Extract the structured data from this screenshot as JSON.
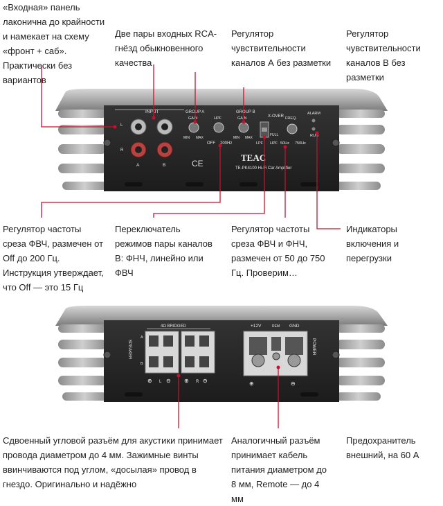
{
  "top_callouts": {
    "input_panel": "«Входная» панель лаконична до крайности и намекает на схему «фронт + саб». Практически без вариантов",
    "rca_pairs": "Две пары входных RCA-гнёзд обыкновенного качества",
    "gain_a": "Регулятор чувствительности каналов А без разметки",
    "gain_b": "Регулятор чувствительности каналов В без разметки",
    "hpf_a": "Регулятор частоты среза ФВЧ, размечен от Off до 200 Гц. Инструкция утверждает, что Off — это 15 Гц",
    "xover_switch": "Переключатель режимов пары каналов В: ФНЧ, линейно или ФВЧ",
    "freq_b": "Регулятор частоты среза ФВЧ и ФНЧ, размечен от 50 до 750 Гц. Проверим…",
    "leds": "Индикаторы включения и перегрузки"
  },
  "bottom_callouts": {
    "speaker_terminal": "Сдвоенный угловой разъём для акустики принимает провода диаметром до 4 мм. Зажимные винты ввинчиваются под углом, «досылая» провод в гнездо. Оригинально и надёжно",
    "power_terminal": "Аналогичный разъём принимает кабель питания диаметром до 8 мм, Remote — до 4 мм",
    "fuse": "Предохранитель внешний, на 60 А"
  },
  "front_panel": {
    "input": "INPUT",
    "l": "L",
    "r": "R",
    "a": "A",
    "b": "B",
    "group_a": "GROUP A",
    "group_b": "GROUP B",
    "gain": "GAIN",
    "hpf": "HPF",
    "min": "MIN",
    "max": "MAX",
    "off": "OFF",
    "hz200": "200Hz",
    "xover": "X-OVER",
    "full": "FULL",
    "lpf": "LPF",
    "hpf2": "HPF",
    "freq": "FREQ.",
    "hz50": "50Hz",
    "hz750": "750Hz",
    "alarm": "ALARM",
    "run": "RUN",
    "brand": "TEAC",
    "model": "TE-PK4100 Hi-Fi Car Amplifier",
    "ce": "CE"
  },
  "rear_panel": {
    "bridged": "4Ω BRIDGED",
    "speaker": "SPEAKER",
    "a": "A",
    "b": "B",
    "l": "L",
    "r": "R",
    "plus12": "+12V",
    "rem": "REM",
    "gnd": "GND",
    "power": "POWER"
  },
  "colors": {
    "accent": "#c8102e",
    "panel": "#262626",
    "metal": "#a9a9a9"
  }
}
